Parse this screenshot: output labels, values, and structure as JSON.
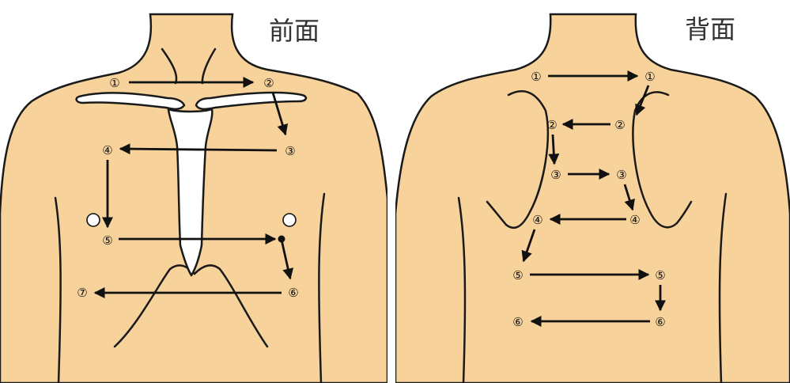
{
  "front": {
    "title": "前面",
    "points": [
      {
        "label": "①"
      },
      {
        "label": "②"
      },
      {
        "label": "③"
      },
      {
        "label": "④"
      },
      {
        "label": "⑤"
      },
      {
        "label": "⑥"
      },
      {
        "label": "⑦"
      }
    ]
  },
  "back": {
    "title": "背面",
    "points": [
      {
        "label": "①"
      },
      {
        "label": "①"
      },
      {
        "label": "②"
      },
      {
        "label": "②"
      },
      {
        "label": "③"
      },
      {
        "label": "③"
      },
      {
        "label": "④"
      },
      {
        "label": "④"
      },
      {
        "label": "⑤"
      },
      {
        "label": "⑤"
      },
      {
        "label": "⑥"
      },
      {
        "label": "⑥"
      }
    ]
  },
  "colors": {
    "skin": "#f7d29b",
    "outline": "#1a1a1a",
    "bone": "#ffffff"
  }
}
